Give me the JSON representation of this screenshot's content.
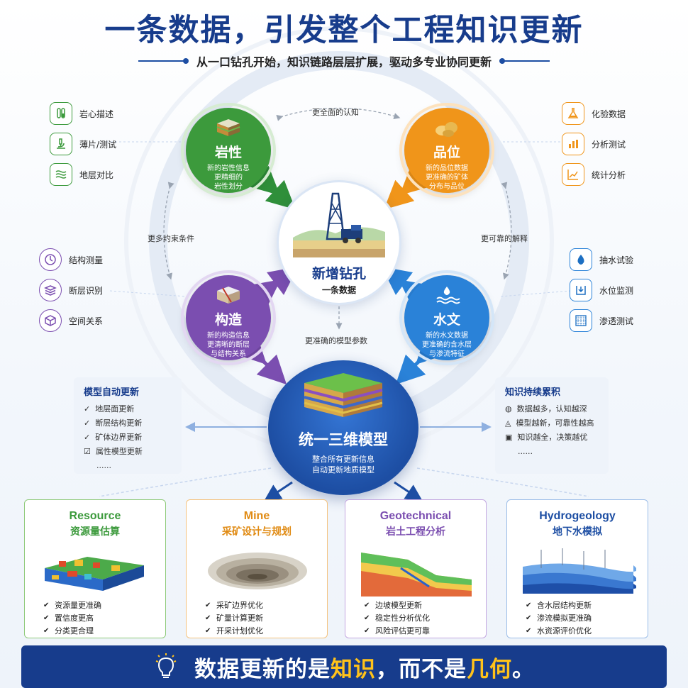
{
  "header": {
    "title": "一条数据，引发整个工程知识更新",
    "subtitle": "从一口钻孔开始，知识链路层层扩展，驱动多专业协同更新"
  },
  "left_top_items": [
    {
      "label": "岩心描述",
      "icon": "test-tube-icon"
    },
    {
      "label": "薄片/测试",
      "icon": "microscope-icon"
    },
    {
      "label": "地层对比",
      "icon": "wave-layers-icon"
    }
  ],
  "right_top_items": [
    {
      "label": "化验数据",
      "icon": "flask-icon"
    },
    {
      "label": "分析测试",
      "icon": "bar-chart-icon"
    },
    {
      "label": "统计分析",
      "icon": "trend-chart-icon"
    }
  ],
  "left_mid_items": [
    {
      "label": "结构测量",
      "icon": "compass-icon"
    },
    {
      "label": "断层识别",
      "icon": "layers-icon"
    },
    {
      "label": "空间关系",
      "icon": "cube-icon"
    }
  ],
  "right_mid_items": [
    {
      "label": "抽水试验",
      "icon": "water-drop-icon"
    },
    {
      "label": "水位监测",
      "icon": "water-level-icon"
    },
    {
      "label": "渗透测试",
      "icon": "grid-pattern-icon"
    }
  ],
  "nodes": {
    "lithology": {
      "title": "岩性",
      "desc": [
        "新的岩性信息",
        "更精细的",
        "岩性划分"
      ],
      "color": "#3c9a3c"
    },
    "grade": {
      "title": "品位",
      "desc": [
        "新的品位数据",
        "更准确的矿体",
        "分布与品位"
      ],
      "color": "#f0951a"
    },
    "structure": {
      "title": "构造",
      "desc": [
        "新的构造信息",
        "更清晰的断层",
        "与结构关系"
      ],
      "color": "#7b4eb0"
    },
    "hydrology": {
      "title": "水文",
      "desc": [
        "新的水文数据",
        "更准确的含水层",
        "与渗流特征"
      ],
      "color": "#2a82d8"
    }
  },
  "center": {
    "title": "新增钻孔",
    "subtitle": "一条数据"
  },
  "links": {
    "top": "更全面的认知",
    "left": "更多约束条件",
    "right": "更可靠的解释",
    "bottom": "更准确的模型参数"
  },
  "model": {
    "title": "统一三维模型",
    "desc": [
      "整合所有更新信息",
      "自动更新地质模型"
    ]
  },
  "auto_update": {
    "heading": "模型自动更新",
    "items": [
      "地层面更新",
      "断层结构更新",
      "矿体边界更新",
      "属性模型更新",
      "......"
    ]
  },
  "knowledge": {
    "heading": "知识持续累积",
    "items": [
      "数据越多，认知越深",
      "模型越新，可靠性越高",
      "知识越全，决策越优",
      "......"
    ]
  },
  "cards": [
    {
      "en": "Resource",
      "zh": "资源量估算",
      "items": [
        "资源量更准确",
        "置信度更高",
        "分类更合理"
      ],
      "color": "#3c9a3c"
    },
    {
      "en": "Mine",
      "zh": "采矿设计与规划",
      "items": [
        "采矿边界优化",
        "矿量计算更新",
        "开采计划优化"
      ],
      "color": "#e08a12"
    },
    {
      "en": "Geotechnical",
      "zh": "岩土工程分析",
      "items": [
        "边坡模型更新",
        "稳定性分析优化",
        "风险评估更可靠"
      ],
      "color": "#7b4eb0"
    },
    {
      "en": "Hydrogeology",
      "zh": "地下水模拟",
      "items": [
        "含水层结构更新",
        "渗流模拟更准确",
        "水资源评价优化"
      ],
      "color": "#1d4ea3"
    }
  ],
  "banner": {
    "part1": "数据更新的是",
    "hl1": "知识",
    "part2": "，而不是",
    "hl2": "几何",
    "part3": "。"
  }
}
